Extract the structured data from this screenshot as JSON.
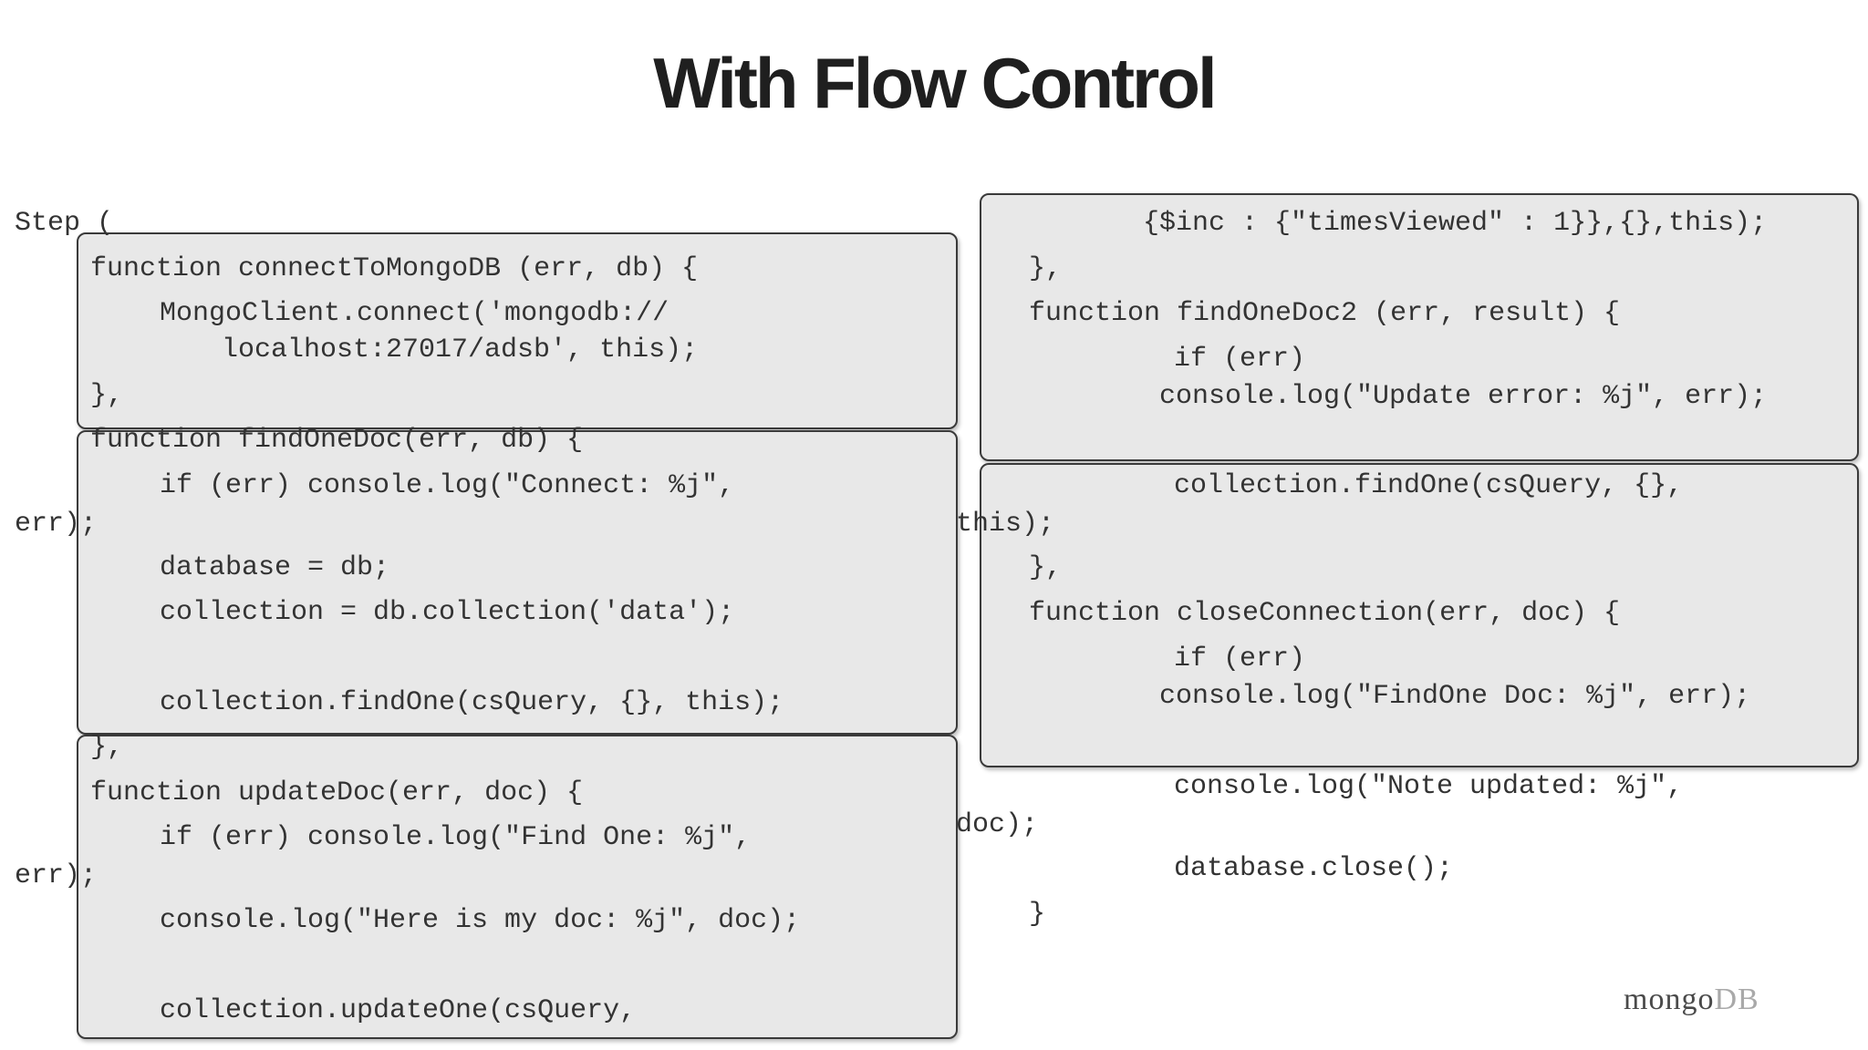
{
  "slide": {
    "title": "With Flow Control"
  },
  "code": {
    "left": [
      "Step (",
      "function connectToMongoDB (err, db) {",
      "MongoClient.connect('mongodb://",
      "localhost:27017/adsb', this);",
      "},",
      "function findOneDoc(err, db) {",
      "if (err) console.log(\"Connect: %j\",",
      "err);",
      "database = db;",
      "collection = db.collection('data');",
      "collection.findOne(csQuery, {}, this);",
      "},",
      "function updateDoc(err, doc) {",
      "if (err) console.log(\"Find One: %j\",",
      "err);",
      "console.log(\"Here is my doc: %j\", doc);",
      "collection.updateOne(csQuery,"
    ],
    "right": [
      "{$inc : {\"timesViewed\" : 1}},{},this);",
      "},",
      "function findOneDoc2 (err, result) {",
      "if (err)",
      "console.log(\"Update error: %j\", err);",
      "collection.findOne(csQuery, {},",
      "this);",
      "},",
      "function closeConnection(err, doc) {",
      "if (err)",
      "console.log(\"FindOne Doc: %j\", err);",
      "console.log(\"Note updated: %j\",",
      "doc);",
      "database.close();",
      "}"
    ]
  },
  "logo": {
    "text_a": "mongo",
    "text_b": "DB"
  }
}
